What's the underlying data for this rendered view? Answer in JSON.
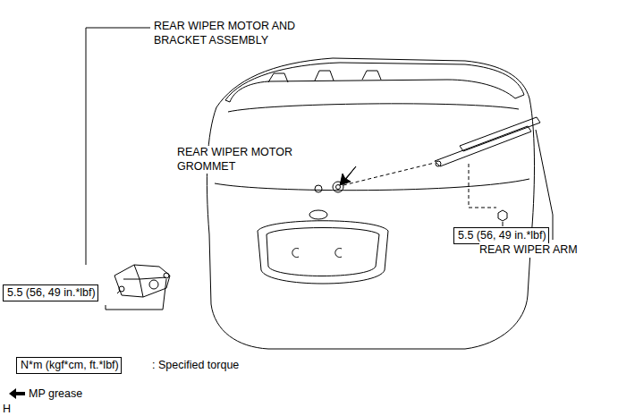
{
  "diagram": {
    "nodes": [
      {
        "text": [
          "5.5 (56, 49 in.*lbf)"
        ]
      },
      {
        "text": [
          "5.5 (56, 49 in.*lbf)"
        ]
      },
      {
        "text": [
          "N*m (kgf*cm, ft.*lbf)"
        ]
      }
    ],
    "labels": [
      "REAR WIPER MOTOR AND BRACKET ASSEMBLY",
      "REAR WIPER MOTOR GROMMET",
      "REAR WIPER ARM",
      ": Specified torque",
      "H"
    ],
    "legend": [
      {
        "text": "MP grease"
      }
    ]
  }
}
